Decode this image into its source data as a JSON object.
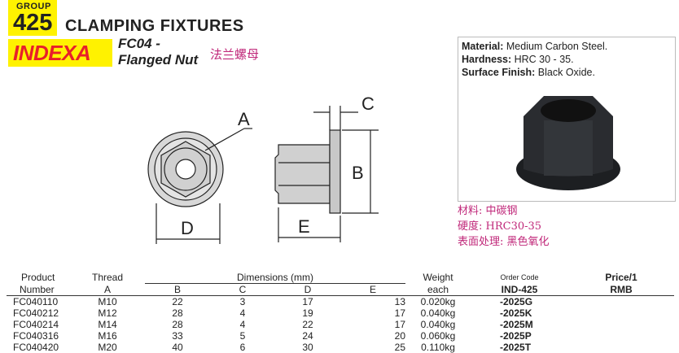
{
  "header": {
    "group_label": "GROUP",
    "group_number": "425",
    "title": "CLAMPING FIXTURES",
    "brand": "INDEXA",
    "product_code": "FC04 -",
    "product_name": "Flanged Nut",
    "product_name_cn": "法兰螺母"
  },
  "diagram": {
    "labels": [
      "A",
      "B",
      "C",
      "D",
      "E"
    ]
  },
  "specs": {
    "material_label": "Material:",
    "material": "Medium Carbon Steel.",
    "hardness_label": "Hardness:",
    "hardness": "HRC 30 - 35.",
    "finish_label": "Surface Finish:",
    "finish": "Black Oxide."
  },
  "specs_cn": [
    "材料: 中碳钢",
    "硬度: HRC30-35",
    "表面处理: 黑色氧化"
  ],
  "table": {
    "h_product": "Product",
    "h_number": "Number",
    "h_thread": "Thread",
    "h_a": "A",
    "h_dims": "Dimensions (mm)",
    "h_b": "B",
    "h_c": "C",
    "h_d": "D",
    "h_e": "E",
    "h_weight": "Weight",
    "h_each": "each",
    "h_order": "Order Code",
    "h_ind": "IND-425",
    "h_price": "Price/1",
    "h_rmb": "RMB",
    "rows": [
      [
        "FC040110",
        "M10",
        "22",
        "3",
        "17",
        "13",
        "0.020kg",
        "-2025G"
      ],
      [
        "FC040212",
        "M12",
        "28",
        "4",
        "19",
        "17",
        "0.040kg",
        "-2025K"
      ],
      [
        "FC040214",
        "M14",
        "28",
        "4",
        "22",
        "17",
        "0.040kg",
        "-2025M"
      ],
      [
        "FC040316",
        "M16",
        "33",
        "5",
        "24",
        "20",
        "0.060kg",
        "-2025P"
      ],
      [
        "FC040420",
        "M20",
        "40",
        "6",
        "30",
        "25",
        "0.110kg",
        "-2025T"
      ]
    ]
  }
}
